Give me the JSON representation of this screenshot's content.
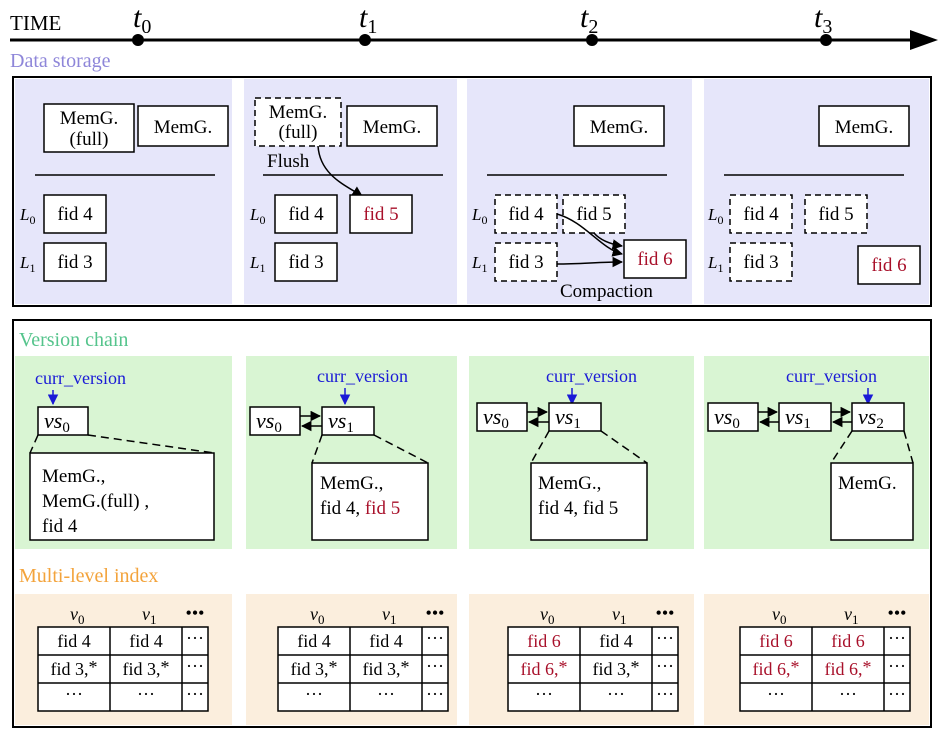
{
  "timeline": {
    "label": "TIME",
    "ticks": [
      "t",
      "t",
      "t",
      "t"
    ],
    "tick_subs": [
      "0",
      "1",
      "2",
      "3"
    ]
  },
  "sections": {
    "storage": "Data storage",
    "version": "Version chain",
    "index": "Multi-level index"
  },
  "storage_text": {
    "memg": "MemG.",
    "memg_full_l1": "MemG.",
    "memg_full_l2": "(full)",
    "flush": "Flush",
    "compaction": "Compaction",
    "level_letter": "L",
    "level0_sub": "0",
    "level1_sub": "1",
    "fid3": "fid 3",
    "fid4": "fid 4",
    "fid5": "fid 5",
    "fid6": "fid 6"
  },
  "version_text": {
    "curr": "curr_version",
    "vs": "vs",
    "sub0": "0",
    "sub1": "1",
    "sub2": "2",
    "c0": [
      "MemG.,",
      "MemG.(full) ,",
      "fid 4"
    ],
    "c1_l1": "MemG.,",
    "c1_l2a": "fid 4, ",
    "c1_l2b": "fid 5",
    "c2": [
      "MemG.,",
      "fid 4, fid 5"
    ],
    "c3": [
      "MemG."
    ]
  },
  "index_text": {
    "v": "v",
    "sub0": "0",
    "sub1": "1",
    "more": "•••",
    "dots3": "···",
    "ellipsis": "···"
  },
  "index_tables": [
    [
      [
        "fid 4",
        "fid 4"
      ],
      [
        "fid 3,*",
        "fid 3,*"
      ]
    ],
    [
      [
        "fid 4",
        "fid 4"
      ],
      [
        "fid 3,*",
        "fid 3,*"
      ]
    ],
    [
      [
        "fid 6",
        "fid 4"
      ],
      [
        "fid 6,*",
        "fid 3,*"
      ]
    ],
    [
      [
        "fid 6",
        "fid 6"
      ],
      [
        "fid 6,*",
        "fid 6,*"
      ]
    ]
  ],
  "colors": {
    "storage_bg": "#e6e6fa",
    "version_bg": "#d9f5d3",
    "index_bg": "#fbeedd",
    "storage_title": "#8e86d9",
    "version_title": "#55c48c",
    "index_title": "#f3a33b",
    "red": "#a8102a",
    "blue": "#1a1ad6"
  }
}
